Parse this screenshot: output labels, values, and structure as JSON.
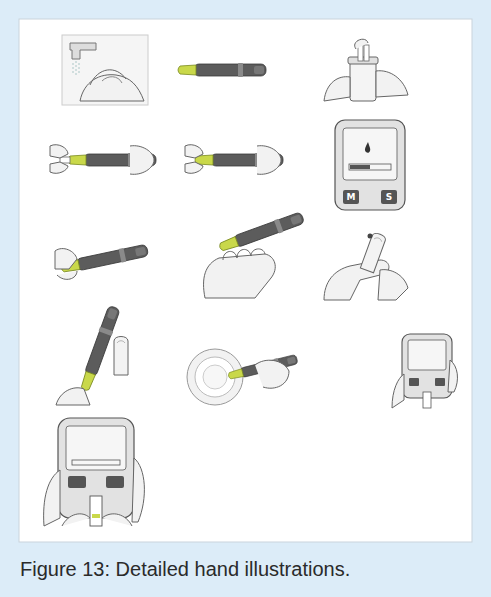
{
  "diagram": {
    "caption": "Figure 13: Detailed hand illustrations.",
    "labels": [
      "M",
      "S"
    ]
  }
}
